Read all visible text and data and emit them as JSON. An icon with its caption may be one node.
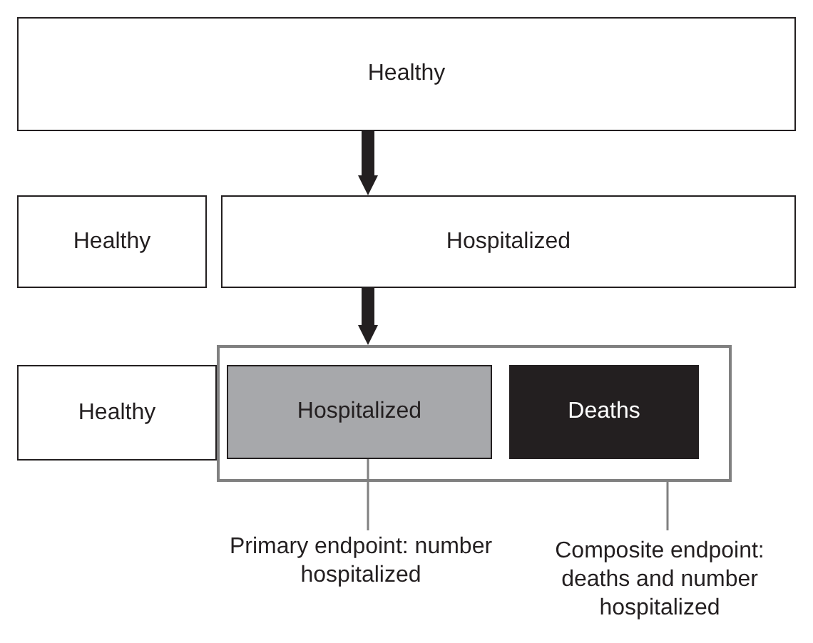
{
  "diagram": {
    "nodes": [
      {
        "text": [
          "Healthy"
        ]
      },
      {
        "text": [
          "Healthy"
        ]
      },
      {
        "text": [
          "Hospitalized"
        ]
      },
      {
        "text": [
          "Healthy"
        ]
      },
      {
        "text": [],
        "shape": "box"
      },
      {
        "text": [
          "Hospitalized"
        ],
        "in": 4
      },
      {
        "text": [
          "Deaths"
        ],
        "in": 4
      },
      {
        "text": [
          "Primary endpoint: number hospitalized"
        ]
      },
      {
        "text": [
          "Composite endpoint: deaths and number hospitalized"
        ]
      }
    ],
    "edges": [
      {
        "from": 0,
        "to": 2,
        "arrow": "to",
        "style": "thick"
      },
      {
        "from": 2,
        "to": 4,
        "arrow": "to",
        "style": "thick"
      },
      {
        "from": 7,
        "to": 5,
        "arrow": "none",
        "color": "#808080"
      },
      {
        "from": 8,
        "to": 4,
        "arrow": "none",
        "color": "#808080"
      }
    ]
  }
}
